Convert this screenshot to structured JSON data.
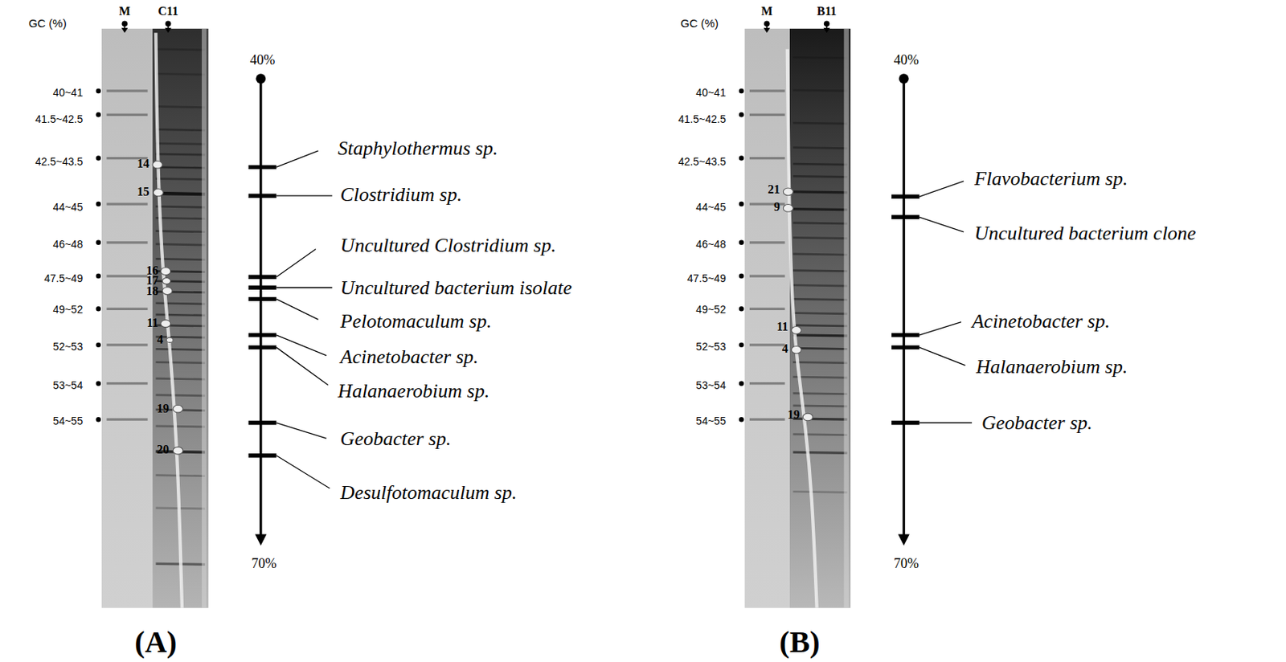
{
  "diagram": {
    "labels": [
      "GC (%)",
      "M",
      "C11",
      "40~41",
      "41.5~42.5",
      "42.5~43.5",
      "44~45",
      "46~48",
      "47.5~49",
      "49~52",
      "52~53",
      "53~54",
      "54~55",
      "14",
      "15",
      "16",
      "17",
      "18",
      "11",
      "4",
      "19",
      "20",
      "40%",
      "70%",
      "Staphylothermus sp.",
      "Clostridium sp.",
      "Uncultured Clostridium sp.",
      "Uncultured bacterium isolate",
      "Pelotomaculum sp.",
      "Acinetobacter sp.",
      "Halanaerobium sp.",
      "Geobacter sp.",
      "Desulfotomaculum sp.",
      "(A)",
      "GC (%)",
      "M",
      "B11",
      "40~41",
      "41.5~42.5",
      "42.5~43.5",
      "44~45",
      "46~48",
      "47.5~49",
      "49~52",
      "52~53",
      "53~54",
      "54~55",
      "21",
      "9",
      "11",
      "4",
      "19",
      "40%",
      "70%",
      "Flavobacterium sp.",
      "Uncultured bacterium clone",
      "Acinetobacter sp.",
      "Halanaerobium sp.",
      "Geobacter sp.",
      "(B)"
    ]
  }
}
